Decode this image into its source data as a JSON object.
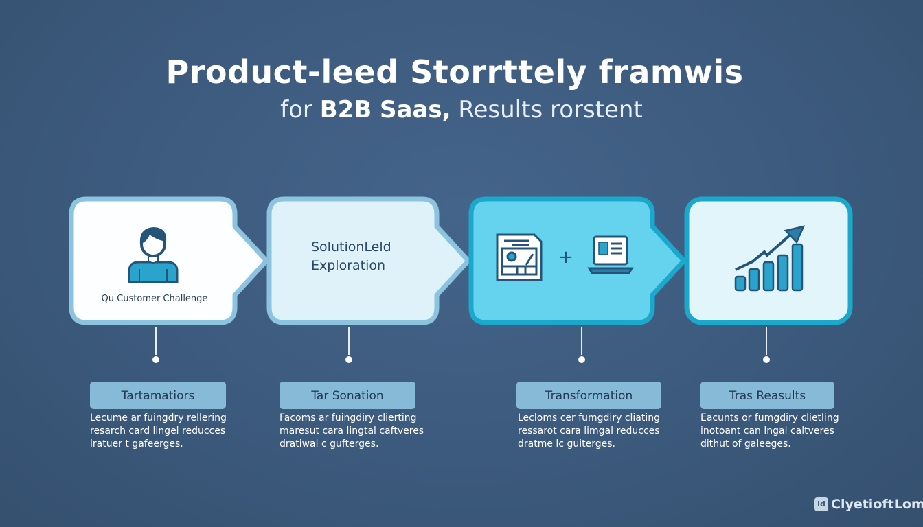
{
  "header": {
    "title": "Product-leed Storrttely framwis",
    "subtitle_part1": "for ",
    "subtitle_part2": "B2B Saas,",
    "subtitle_part3": " Results rorstent"
  },
  "cards": [
    {
      "icon": "person-icon",
      "label": "Qu Customer Challenge"
    },
    {
      "title_line1": "SolutionLeld",
      "title_line2": "Exploration"
    },
    {
      "icons": [
        "document-icon",
        "laptop-chart-icon"
      ],
      "plus": "+"
    },
    {
      "icon": "growth-chart-icon"
    }
  ],
  "stages": [
    {
      "label": "Tartamatiors",
      "description": "Lecume ar fuingdry rellering\nresarch card lingel reducces\nlratuer t gafeerges."
    },
    {
      "label": "Tar Sonation",
      "description": "Facoms ar fuingdiry clierting\nmaresut cara lingtal caftveres\ndratiwal c gufterges."
    },
    {
      "label": "Transformation",
      "description": "Lecloms cer fumgdiry cliating\nressarot cara limgal reducces\ndratme lc guiterges."
    },
    {
      "label": "Tras Reasults",
      "description": "Eacunts or fumgdiry clietling\ninotoant can lngal caltveres\ndithut of galeeges."
    }
  ],
  "watermark": {
    "text": "ClyetioftLom",
    "icon_text": "ld"
  },
  "colors": {
    "background": "#3c5a7d",
    "accent": "#1aa9cc",
    "light_border": "#8cc4df",
    "label_bg": "#86bad6"
  }
}
